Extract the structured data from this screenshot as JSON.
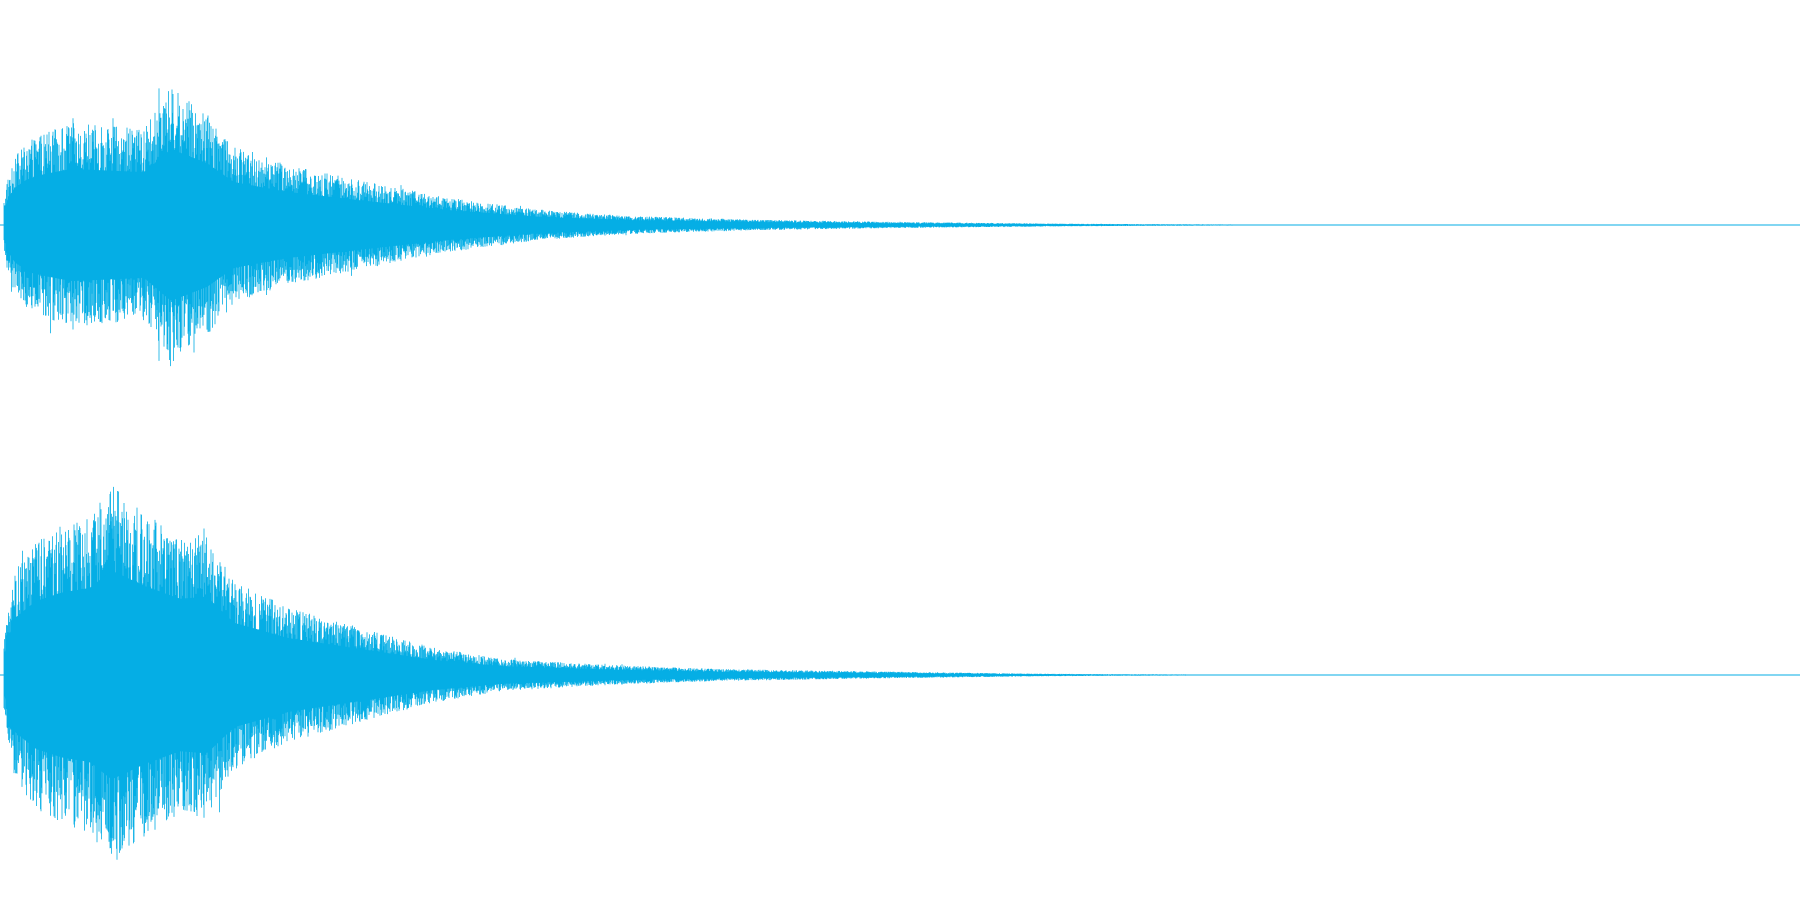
{
  "waveform": {
    "color": "#05aee5",
    "background": "#ffffff",
    "channels": [
      {
        "id": "channel-1",
        "peak_amplitude": 0.92,
        "attack_time": 0.004,
        "decay_profile": "exponential",
        "envelope": [
          [
            0.0,
            0.0
          ],
          [
            0.004,
            0.3
          ],
          [
            0.008,
            0.45
          ],
          [
            0.015,
            0.55
          ],
          [
            0.025,
            0.62
          ],
          [
            0.04,
            0.68
          ],
          [
            0.06,
            0.66
          ],
          [
            0.08,
            0.64
          ],
          [
            0.095,
            0.92
          ],
          [
            0.115,
            0.75
          ],
          [
            0.13,
            0.52
          ],
          [
            0.16,
            0.4
          ],
          [
            0.2,
            0.3
          ],
          [
            0.25,
            0.18
          ],
          [
            0.3,
            0.1
          ],
          [
            0.35,
            0.06
          ],
          [
            0.42,
            0.035
          ],
          [
            0.5,
            0.02
          ],
          [
            0.6,
            0.008
          ],
          [
            0.7,
            0.003
          ],
          [
            1.0,
            0.0
          ]
        ]
      },
      {
        "id": "channel-2",
        "peak_amplitude": 0.96,
        "attack_time": 0.004,
        "decay_profile": "exponential",
        "envelope": [
          [
            0.0,
            0.0
          ],
          [
            0.004,
            0.3
          ],
          [
            0.008,
            0.52
          ],
          [
            0.02,
            0.68
          ],
          [
            0.035,
            0.76
          ],
          [
            0.05,
            0.8
          ],
          [
            0.062,
            0.96
          ],
          [
            0.08,
            0.82
          ],
          [
            0.1,
            0.7
          ],
          [
            0.115,
            0.72
          ],
          [
            0.13,
            0.48
          ],
          [
            0.16,
            0.34
          ],
          [
            0.2,
            0.24
          ],
          [
            0.24,
            0.14
          ],
          [
            0.28,
            0.08
          ],
          [
            0.34,
            0.05
          ],
          [
            0.4,
            0.03
          ],
          [
            0.5,
            0.016
          ],
          [
            0.58,
            0.006
          ],
          [
            0.68,
            0.002
          ],
          [
            1.0,
            0.0
          ]
        ]
      }
    ]
  }
}
